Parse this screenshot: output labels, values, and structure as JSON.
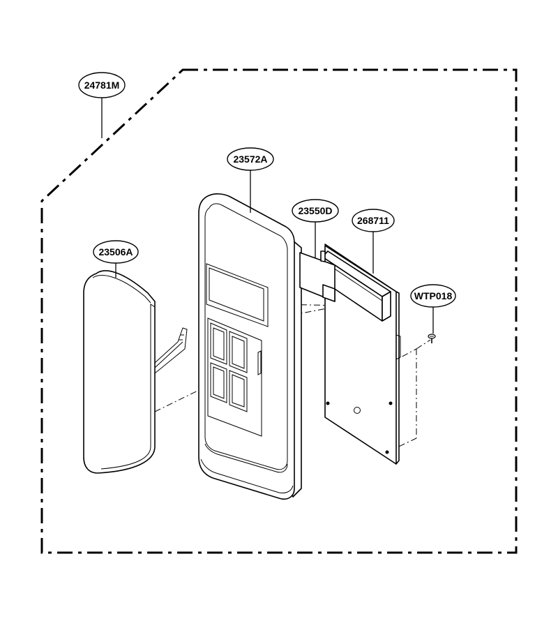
{
  "diagram": {
    "callouts": [
      {
        "id": "assembly",
        "label": "24781M"
      },
      {
        "id": "control-panel",
        "label": "23572A"
      },
      {
        "id": "membrane",
        "label": "23550D"
      },
      {
        "id": "pcb",
        "label": "268711"
      },
      {
        "id": "door-cover",
        "label": "23506A"
      },
      {
        "id": "screw",
        "label": "WTP018"
      }
    ]
  }
}
